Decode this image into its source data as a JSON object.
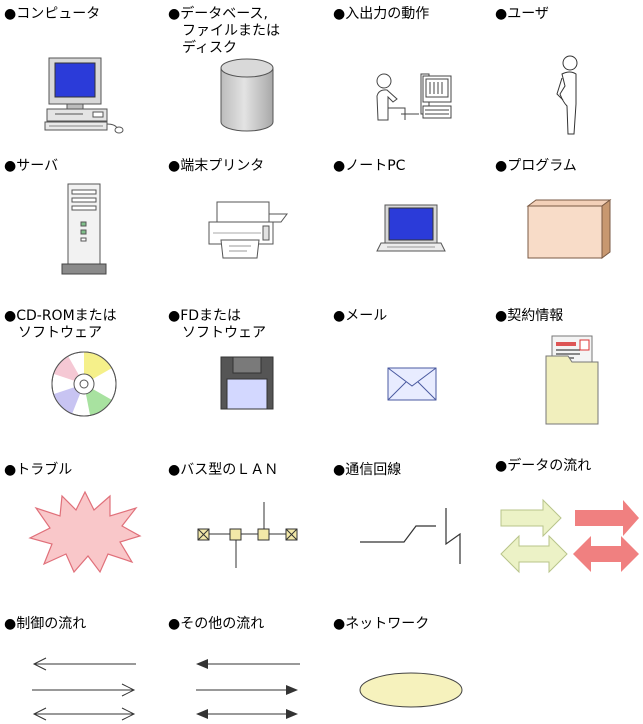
{
  "legend": {
    "computer": "●コンピュータ",
    "database": "●データベース,\n　ファイルまたは\n　ディスク",
    "io_operation": "●入出力の動作",
    "user": "●ユーザ",
    "server": "●サーバ",
    "terminal_printer": "●端末プリンタ",
    "notebook_pc": "●ノートPC",
    "program": "●プログラム",
    "cdrom": "●CD-ROMまたは\n　ソフトウェア",
    "fd": "●FDまたは\n　ソフトウェア",
    "mail": "●メール",
    "contract": "●契約情報",
    "trouble": "●トラブル",
    "bus_lan": "●バス型のＬＡＮ",
    "comm_line": "●通信回線",
    "data_flow": "●データの流れ",
    "control_flow": "●制御の流れ",
    "other_flow": "●その他の流れ",
    "network": "●ネットワーク"
  },
  "colors": {
    "screen_blue": "#2b3bd9",
    "panel_gray": "#cfcfcf",
    "program_box": "#f8dcc8",
    "trouble_fill": "#f9c7c9",
    "trouble_stroke": "#e0707a",
    "mail_fill": "#e8ecff",
    "envelope_tan": "#f1efbd",
    "data_flow_light": "#ecf2c6",
    "data_flow_red": "#f08080",
    "network_fill": "#f6f2bd",
    "lan_node": "#f2e8a8",
    "floppy_label": "#d3d8ff"
  }
}
